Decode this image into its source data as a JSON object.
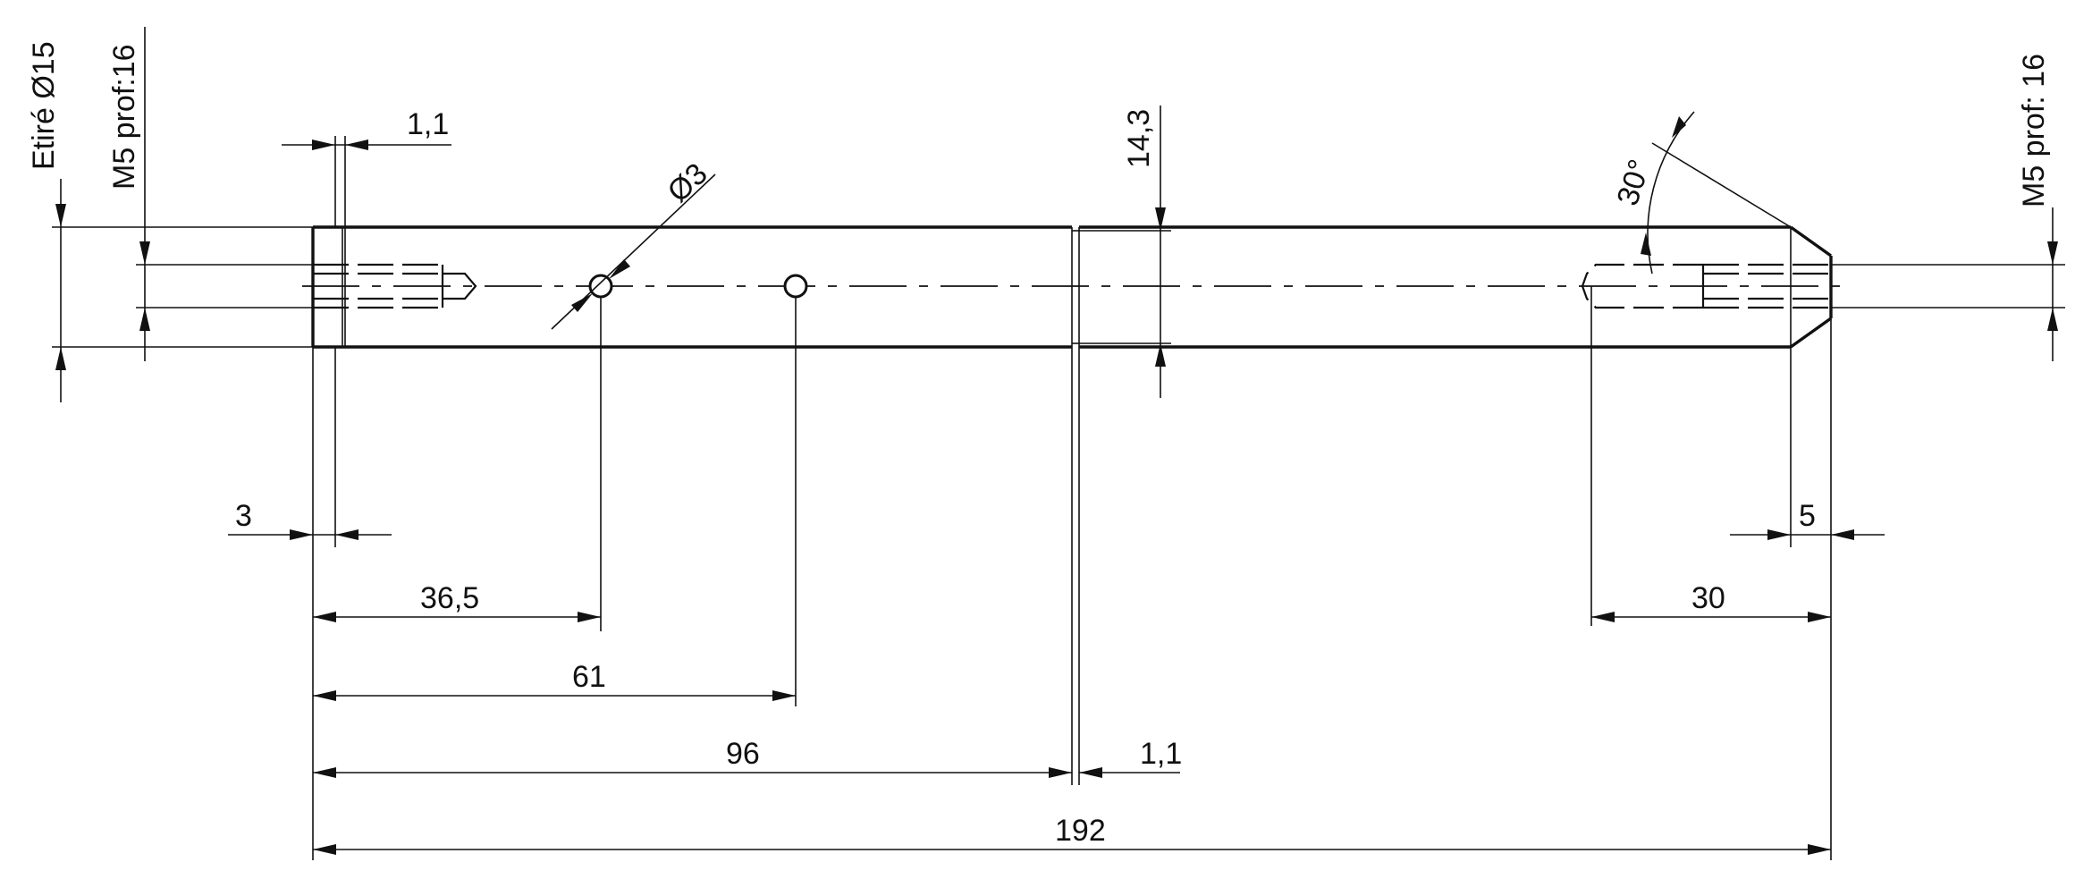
{
  "labels": {
    "etire": "Etiré Ø15",
    "m5_left": "M5 prof:16",
    "m5_right": "M5 prof: 16",
    "d_1_1_top": "1,1",
    "d_phi3": "Ø3",
    "d_14_3": "14,3",
    "d_30deg": "30°",
    "d_3": "3",
    "d_5": "5",
    "d_36_5": "36,5",
    "d_61": "61",
    "d_96": "96",
    "d_1_1_bottom": "1,1",
    "d_30": "30",
    "d_192": "192"
  },
  "colors": {
    "line": "#111111",
    "background": "#ffffff"
  }
}
